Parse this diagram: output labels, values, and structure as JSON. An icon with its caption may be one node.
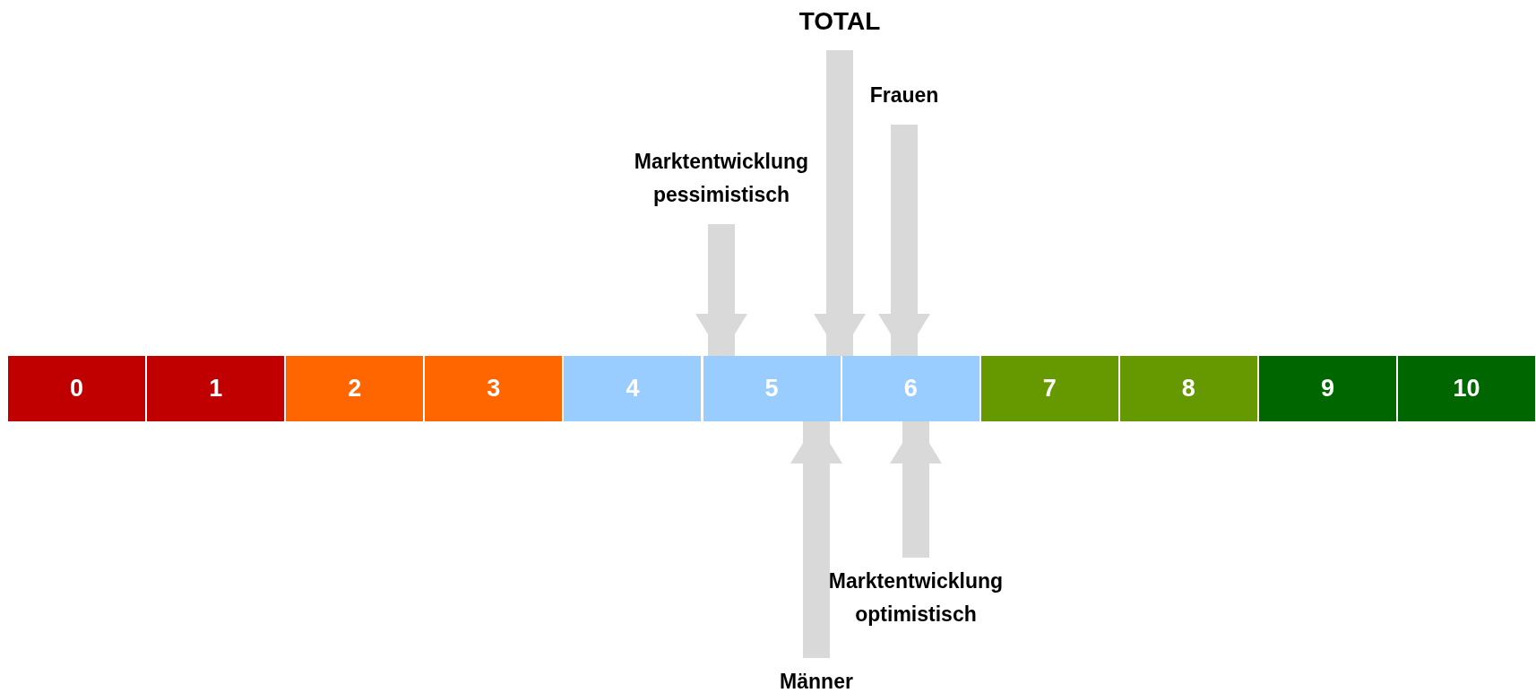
{
  "diagram": {
    "nodes": [
      {
        "text": [
          "TOTAL"
        ]
      },
      {
        "text": [
          "Frauen"
        ]
      },
      {
        "text": [
          "Marktentwicklung pessimistisch"
        ]
      },
      {
        "text": [
          "0"
        ]
      },
      {
        "text": [
          "1"
        ]
      },
      {
        "text": [
          "2"
        ]
      },
      {
        "text": [
          "3"
        ]
      },
      {
        "text": [
          "4"
        ]
      },
      {
        "text": [
          "5"
        ]
      },
      {
        "text": [
          "6"
        ]
      },
      {
        "text": [
          "7"
        ]
      },
      {
        "text": [
          "8"
        ]
      },
      {
        "text": [
          "9"
        ]
      },
      {
        "text": [
          "10"
        ]
      },
      {
        "text": [
          "Marktentwicklung optimistisch"
        ]
      },
      {
        "text": [
          "Männer"
        ]
      }
    ],
    "edges": [
      {
        "from": 0,
        "to": 8,
        "arrow": "to"
      },
      {
        "from": 1,
        "to": 9,
        "arrow": "to"
      },
      {
        "from": 2,
        "to": 8,
        "arrow": "to"
      },
      {
        "from": 14,
        "to": 9,
        "arrow": "to"
      },
      {
        "from": 15,
        "to": 8,
        "arrow": "to"
      }
    ]
  }
}
